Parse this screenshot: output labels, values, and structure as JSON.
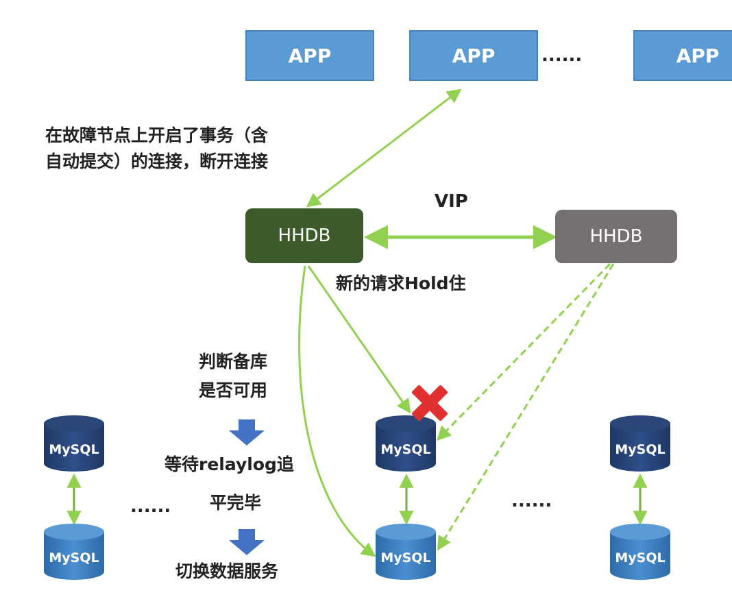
{
  "apps": [
    "APP",
    "APP",
    "APP"
  ],
  "app_ellipsis": "......",
  "hhdb_primary": "HHDB",
  "hhdb_standby": "HHDB",
  "vip_label": "VIP",
  "note_disconnect": [
    "在故障节点上开启了事务（含",
    "自动提交）的连接，断开连接"
  ],
  "note_hold": "新的请求Hold住",
  "steps": {
    "check": [
      "判断备库",
      "是否可用"
    ],
    "wait": [
      "等待relaylog追",
      "平完毕"
    ],
    "switch": "切换数据服务"
  },
  "mysql_label": "MySQL",
  "db_ellipsis_left": "......",
  "db_ellipsis_right": "......",
  "colors": {
    "app_fill": "#5b9bd5",
    "hhdb_primary": "#3d5a2a",
    "hhdb_standby": "#767171",
    "arrow_green": "#92d050",
    "step_arrow_blue": "#4472c4",
    "db_top": "#1f3864",
    "db_bottom": "#2e75b6",
    "failure_x": "#e03030"
  },
  "icons": [
    "database-icon",
    "failure-x-icon",
    "down-arrow-icon"
  ]
}
